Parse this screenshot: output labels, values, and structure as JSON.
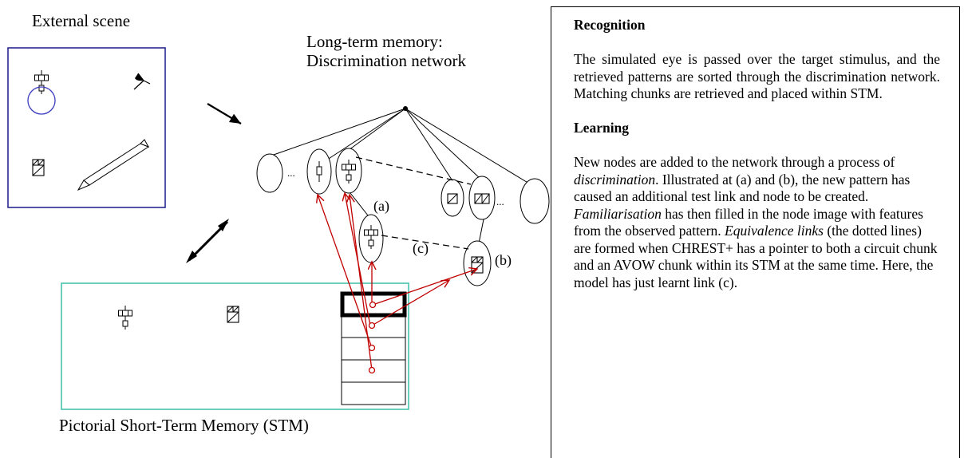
{
  "labels": {
    "external_scene": "External scene",
    "ltm_line1": "Long-term memory:",
    "ltm_line2": "Discrimination network",
    "stm": "Pictorial Short-Term Memory (STM)",
    "ellipsis_left": "...",
    "ellipsis_right": "...",
    "mark_a": "(a)",
    "mark_b": "(b)",
    "mark_c": "(c)"
  },
  "panel": {
    "recognition_title": "Recognition",
    "recognition_text": "The simulated eye is passed over the target stimulus, and the retrieved patterns are sorted through the discrimination network. Matching chunks are retrieved and placed within STM.",
    "learning_title": "Learning",
    "learning_text_1": "New nodes are added to the network through a process of ",
    "learning_em_1": "discrimination",
    "learning_text_2": ".  Illustrated at (a) and (b), the new pattern has caused an additional test link and node to be created.  ",
    "learning_em_2": "Familiarisation",
    "learning_text_3": " has then filled in the node image with features from the observed pattern.  ",
    "learning_em_3": "Equivalence links",
    "learning_text_4": " (the dotted lines) are formed when CHREST+ has a pointer to both a circuit chunk and an AVOW chunk within its STM at the same time.  Here, the model has just learnt link (c)."
  },
  "colors": {
    "scene_border": "#1a1a8c",
    "stm_border": "#3cbfa8",
    "pointer": "#c00000",
    "focus_circle": "#3a3ac0"
  }
}
